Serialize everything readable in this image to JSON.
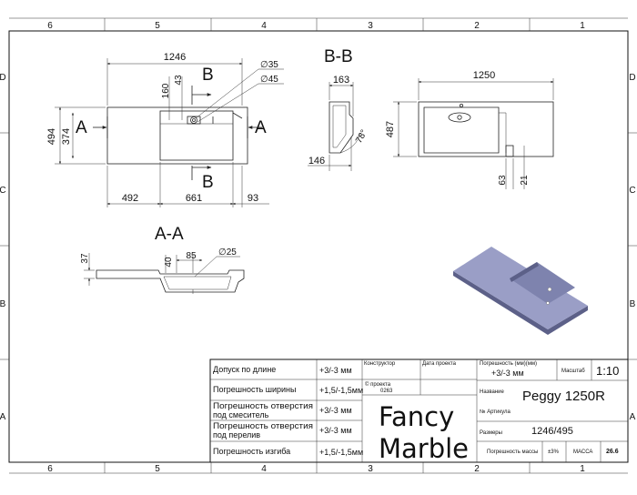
{
  "zones": {
    "columns": [
      "6",
      "5",
      "4",
      "3",
      "2",
      "1"
    ],
    "rows": [
      "D",
      "C",
      "B",
      "A"
    ]
  },
  "views": {
    "top": {
      "label_section_a": "A",
      "label_section_b": "B",
      "overall_width": "1246",
      "height": "494",
      "inner_height": "374",
      "tap_offset": "160",
      "overflow_offset": "43",
      "tap_hole": "∅35",
      "overflow_hole": "∅45",
      "left_width": "492",
      "bowl_width": "661",
      "right_width": "93"
    },
    "section_bb": {
      "title": "B-B",
      "depth": "163",
      "base": "146",
      "angle": "78°"
    },
    "front": {
      "overall_width": "1250",
      "height": "487",
      "drain_height": "63",
      "drain_width": "21"
    },
    "section_aa": {
      "title": "A-A",
      "rim": "37",
      "depth": "40",
      "hole_offset": "85",
      "hole": "∅25"
    }
  },
  "colors": {
    "sink_body": "#9a9ec6",
    "sink_bowl": "#7e83ae",
    "sink_shadow": "#5c6088"
  },
  "title_block": {
    "tolerances": [
      {
        "label": "Допуск по длине",
        "value": "+3/-3 мм"
      },
      {
        "label": "Погрешность ширины",
        "value": "+1,5/-1,5мм"
      },
      {
        "label": "Погрешность отверстия под смеситель",
        "value": "+3/-3 мм"
      },
      {
        "label": "Погрешность отверстия под перелив",
        "value": "+3/-3 мм"
      },
      {
        "label": "Погрешность изгиба",
        "value": "+1,5/-1,5мм"
      }
    ],
    "designer_label": "Конструктор",
    "date_label": "Дата проекта",
    "project_label": "© проекта",
    "project_number": "0263",
    "brand_line1": "Fancy",
    "brand_line2": "Marble",
    "thickness_label": "Погрешность (мм)(мм)",
    "thickness_value": "+3/-3 мм",
    "scale_label": "Масштаб",
    "scale_value": "1:10",
    "name_label": "Название",
    "name_value": "Peggy 1250R",
    "article_label": "№ Артикула",
    "size_label": "Размеры",
    "size_value": "1246/495",
    "mass_tol_label": "Погрешность массы",
    "mass_tol_value": "±3%",
    "mass_label": "МАССА",
    "mass_value": "26.6"
  }
}
